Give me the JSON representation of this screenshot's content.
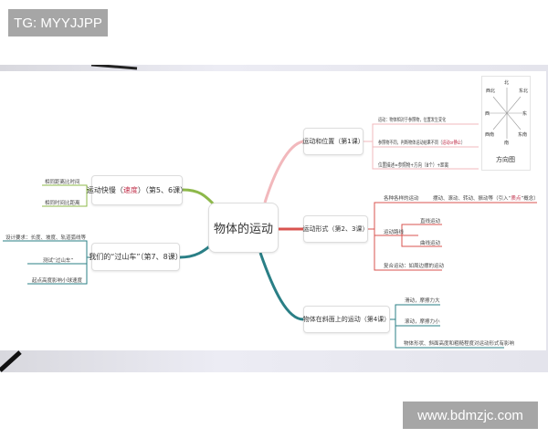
{
  "watermarks": {
    "top": "TG: MYYJJPP",
    "bottom": "www.bdmzjc.com"
  },
  "mindmap": {
    "center": "物体的运动",
    "colors": {
      "green": "#8db84a",
      "teal": "#2a7f86",
      "pink": "#f2b8bc",
      "red": "#d9534f"
    },
    "left": [
      {
        "title_pre": "运动快慢（",
        "title_red": "速度",
        "title_post": "）（第5、6课）",
        "leaves": [
          "相同距离比时间",
          "相同时间比距离"
        ]
      },
      {
        "title": "我们的“过山车”（第7、8课）",
        "leaves": [
          "设计要求：长度、坡度、轨道弧线等",
          "测试“过山车”",
          "起点高度影响小球速度"
        ]
      }
    ],
    "right": [
      {
        "title": "运动和位置（第1课）",
        "leaves": [
          "运动：物体相对于参照物，位置发生变化",
          "参照物不同，判断物体运动结果不同（",
          "运动or静止",
          "）",
          "位置描述=参照物+方向（8个）+距离"
        ]
      },
      {
        "title": "运动形式（第2、3课）",
        "leaves": [
          "各种各样的运动",
          "摆动、滚动、转动、振动等（引入“",
          "质点",
          "”概念）",
          "运动路线",
          "直线运动",
          "曲线运动",
          "复合运动：如周边摆的运动"
        ]
      },
      {
        "title": "物体在斜面上的运动（第4课）",
        "leaves": [
          "滑动，摩擦力大",
          "滚动，摩擦力小",
          "物体形状、斜面高度和粗糙程度对运动形式有影响"
        ]
      }
    ],
    "compass": {
      "title": "方向图",
      "labels": [
        "北",
        "东北",
        "东",
        "东南",
        "南",
        "西南",
        "西",
        "西北"
      ]
    }
  }
}
